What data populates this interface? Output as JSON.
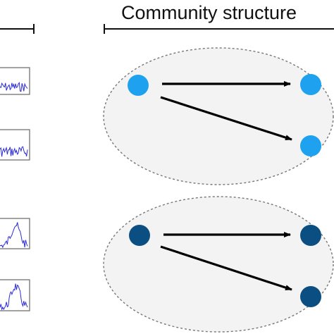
{
  "header": {
    "title": "Community structure"
  },
  "colors": {
    "light_node": "#1ea1ee",
    "dark_node": "#0b4f82",
    "signal_line": "#2b2bd6",
    "ellipse_stroke": "#777777",
    "ellipse_fill": "#f0f0f0",
    "arrow": "#000000"
  },
  "communities": [
    {
      "name": "community-1",
      "color_key": "light_node",
      "nodes": [
        "source",
        "target-top",
        "target-bottom"
      ],
      "edges": [
        [
          "source",
          "target-top"
        ],
        [
          "source",
          "target-bottom"
        ]
      ]
    },
    {
      "name": "community-2",
      "color_key": "dark_node",
      "nodes": [
        "source",
        "target-top",
        "target-bottom"
      ],
      "edges": [
        [
          "source",
          "target-top"
        ],
        [
          "source",
          "target-bottom"
        ]
      ]
    }
  ],
  "signals": [
    {
      "name": "signal-1",
      "shape": "noisy-flat"
    },
    {
      "name": "signal-2",
      "shape": "noisy-flat"
    },
    {
      "name": "signal-3",
      "shape": "noisy-hump"
    },
    {
      "name": "signal-4",
      "shape": "noisy-hump"
    }
  ]
}
